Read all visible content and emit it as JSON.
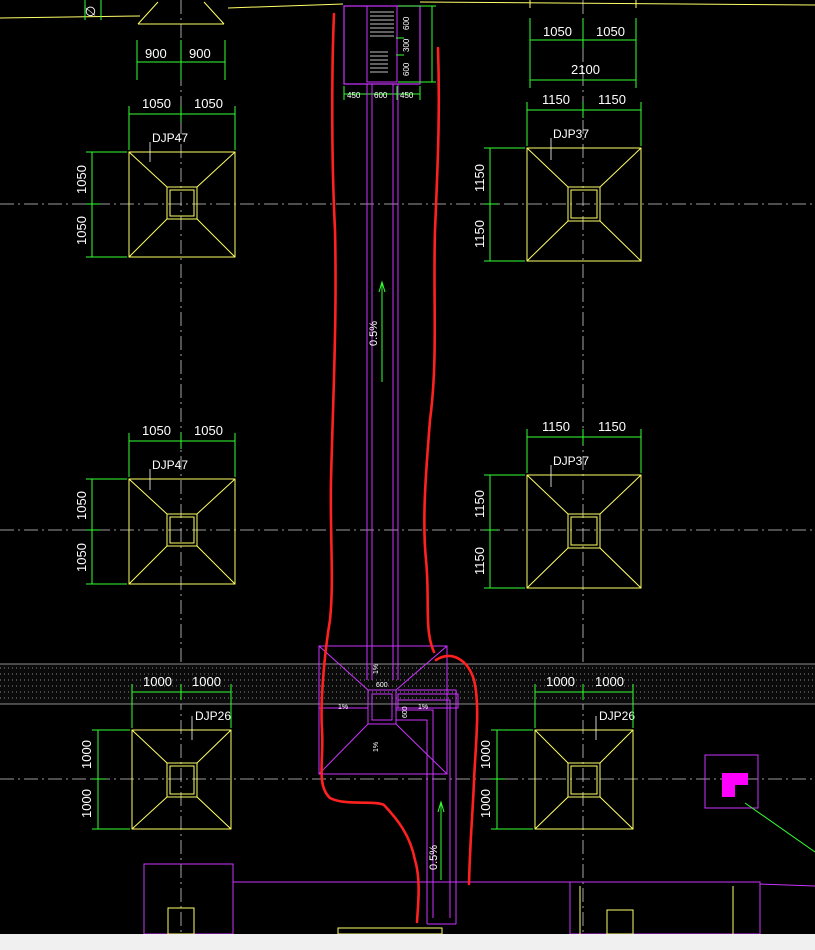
{
  "colors": {
    "background": "#000000",
    "footing": "#ffff66",
    "dimension": "#33ff33",
    "trench": "#cc33ff",
    "markup": "#ff2020",
    "axis": "#cfcfcf",
    "highlight": "#ff00ff",
    "band": "#9a9a9a"
  },
  "footings": [
    {
      "id": "DJP47",
      "label": "DJP47"
    },
    {
      "id": "DJP37",
      "label": "DJP37"
    },
    {
      "id": "DJP26",
      "label": "DJP26"
    }
  ],
  "dims": {
    "d900": "900",
    "d1050": "1050",
    "d1150": "1150",
    "d1000": "1000",
    "d2100": "2100",
    "d450": "450",
    "d600": "600",
    "d300": "300",
    "pct1": "1%",
    "stub": "∅"
  },
  "slopes": {
    "upper": "0.5%",
    "lower": "0.5%"
  }
}
